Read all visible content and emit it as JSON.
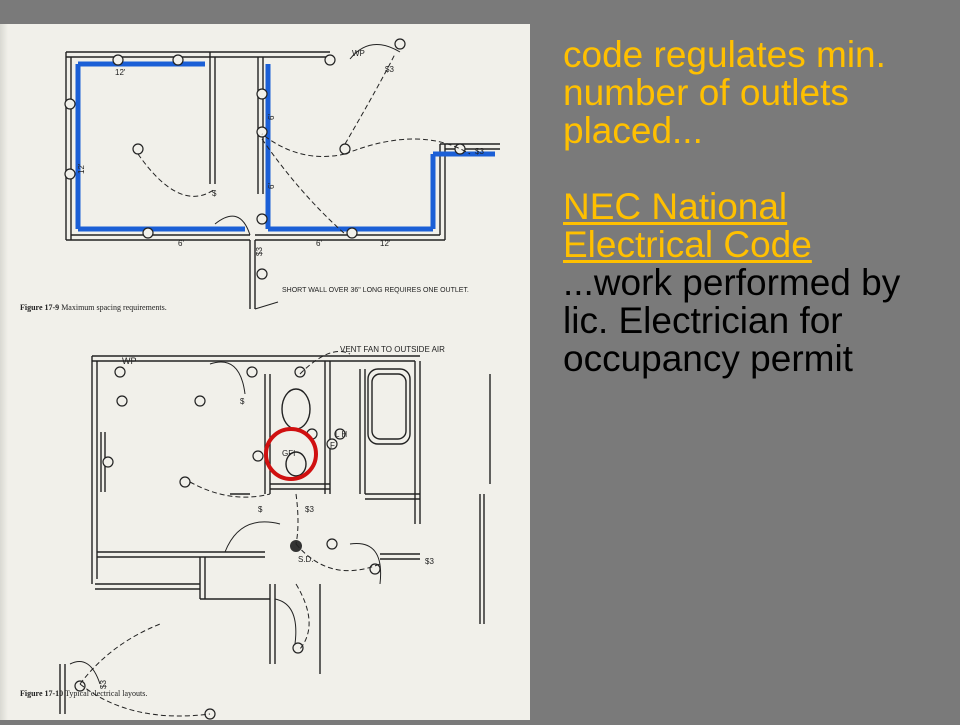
{
  "slide": {
    "headline": "code regulates min. number of outlets placed...",
    "link_text": "NEC National Electrical Code",
    "body": "...work performed by lic. Electrician for occupancy permit",
    "colors": {
      "background": "#7a7a7a",
      "accent": "#ffc000",
      "body_text": "#000000",
      "highlight_circle": "#d01010",
      "wall_highlight": "#1b5fd6"
    }
  },
  "figure_top": {
    "label": "Figure 17-9",
    "caption": "Maximum spacing requirements.",
    "note": "SHORT WALL OVER 36\" LONG REQUIRES ONE OUTLET.",
    "markers": {
      "wp": "WP",
      "twelve_a": "12'",
      "twelve_b": "12'",
      "twelve_c": "12'",
      "six_a": "6'",
      "six_b": "6'",
      "six_c": "6'",
      "six_d": "6'",
      "s3": "$3",
      "s": "$"
    }
  },
  "figure_bottom": {
    "label": "Figure 17-10",
    "caption": "Typical electrical layouts.",
    "vent_note": "VENT FAN TO OUTSIDE AIR",
    "markers": {
      "wp": "WP",
      "gfi": "GFI",
      "lh": "L H",
      "f": "F",
      "sd": "S.D.",
      "s": "$",
      "s3": "$3"
    }
  }
}
